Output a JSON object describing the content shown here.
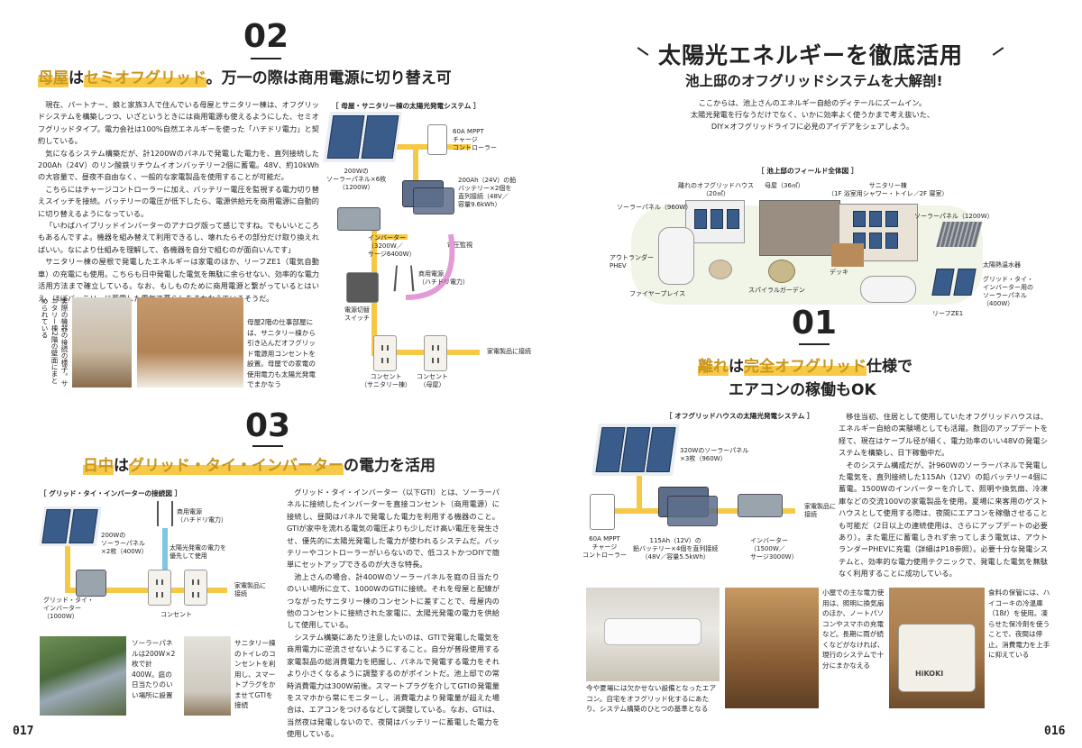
{
  "page_left": {
    "page_number": "017",
    "sec02": {
      "number": "02",
      "title_a": "母屋",
      "title_b": "は",
      "title_c": "セミオフグリッド",
      "title_d": "。万一の際は商用電源に切り替え可",
      "body": [
        "現在、パートナー、娘と家族3人で住んでいる母屋とサニタリー棟は、オフグリッドシステムを構築しつつ、いざというときには商用電源も使えるようにした、セミオフグリッドタイプ。電力会社は100%自然エネルギーを使った「ハチドリ電力」と契約している。",
        "気になるシステム構築だが、計1200Wのパネルで発電した電力を、直列接続した200Ah（24V）のリン酸鉄リチウムイオンバッテリー2個に蓄電。48V、約10kWhの大容量で、昼夜不自由なく、一般的な家電製品を使用することが可能だ。",
        "こちらにはチャージコントローラーに加え、バッテリー電圧を監視する電力切り替えスイッチを接続。バッテリーの電圧が低下したら、電源供給元を商用電源に自動的に切り替えるようになっている。",
        "「いわばハイブリッドインバーターのアナログ版って感じですね。でもいいところもあるんですよ。機器を組み替えて利用できるし、壊れたらその部分だけ取り換えればいい。なにより仕組みを理解して、各機器を自分で組むのが面白いんです」",
        "サニタリー棟の屋根で発電したエネルギーは家電のほか、リーフZE1（電気自動車）の充電にも使用。こちらも日中発電した電気を無駄に余らせない、効率的な電力活用方法まで確立している。なお、もしものために商用電源と繋がっているとはいえ、ほぼバッテリーに蓄電した電気で暮らしをまかなえているそうだ。"
      ],
      "diagram_title": "［ 母屋・サニタリー棟の太陽光発電システム ］",
      "labels": {
        "mppt": "60A MPPT\nチャージ\nコントローラー",
        "panel": "200Wの\nソーラーパネル×6枚\n（1200W）",
        "battery": "200Ah（24V）の鉛\nバッテリー×2個を\n直列接続（48V／\n容量9.6kWh）",
        "inverter": "インバーター\n（3200W／\nサージ6400W）",
        "voltage": "電圧監視",
        "grid": "商用電源\n（ハチドリ電力）",
        "switch": "電源切替\nスイッチ",
        "appliance": "家電製品に接続",
        "outlet1": "コンセント\n（サニタリー棟）",
        "outlet2": "コンセント\n（母屋）"
      },
      "caption_v": "実際の機器の接続の様子。サニタリー棟2階の壁面にまとめられている",
      "caption_right": "母屋2階の仕事部屋には、サニタリー棟から引き込んだオフグリッド電源用コンセントを設置。母屋での家電の使用電力も太陽光発電でまかなう"
    },
    "sec03": {
      "number": "03",
      "title_a": "日中",
      "title_b": "は",
      "title_c": "グリッド・タイ・インバーター",
      "title_d": "の電力を活用",
      "diagram_title": "［ グリッド・タイ・インバーターの接続図 ］",
      "labels": {
        "grid": "商用電源\n（ハチドリ電力）",
        "panel": "200Wの\nソーラーパネル\n×2枚（400W）",
        "priority": "太陽光発電の電力を\n優先して使用",
        "appliance": "家電製品に\n接続",
        "gti": "グリッド・タイ・\nインバーター\n（1000W）",
        "outlet": "コンセント"
      },
      "body": [
        "グリッド・タイ・インバーター（以下GTI）とは、ソーラーパネルに接続したインバーターを直接コンセント（商用電源）に接続し、昼間はパネルで発電した電力を利用する機器のこと。GTIが家中を流れる電気の電圧よりも少しだけ高い電圧を発生させ、優先的に太陽光発電した電力が使われるシステムだ。バッテリーやコントローラーがいらないので、低コストかつDIYで簡単にセットアップできるのが大きな特長。",
        "池上さんの場合、計400Wのソーラーパネルを庭の日当たりのいい場所に立て、1000WのGTIに接続。それを母屋と配線がつながったサニタリー棟のコンセントに差すことで、母屋内の他のコンセントに接続された家電に、太陽光発電の電力を供給して使用している。",
        "システム構築にあたり注意したいのは、GTIで発電した電気を商用電力に逆流させないようにすること。自分が普段使用する家電製品の総消費電力を把握し、パネルで発電する電力をそれより小さくなるように調整するのがポイントだ。池上邸での常時消費電力は300W前後。スマートプラグを介してGTIの発電量をスマホから常にモニターし、消費電力より発電量が超えた場合は、エアコンをつけるなどして調整している。なお、GTIは、当然夜は発電しないので、夜間はバッテリーに蓄電した電力を使用している。"
      ],
      "caption_1": "ソーラーパネルは200W×2枚で計400W。庭の日当たりのいい場所に設置",
      "caption_2": "サニタリー棟のトイレのコンセントを利用し、スマートプラグをかませてGTIを接続"
    }
  },
  "page_right": {
    "page_number": "016",
    "hero": {
      "title": "太陽光エネルギーを徹底活用",
      "subtitle": "池上邸のオフグリッドシステムを大解剖!",
      "lead": [
        "ここからは、池上さんのエネルギー自給のディテールにズームイン。",
        "太陽光発電を行なうだけでなく、いかに効率よく使うかまで考え抜いた、",
        "DIY×オフグリッドライフに必見のアイデアをシェアしよう。"
      ]
    },
    "map": {
      "title": "［ 池上邸のフィールド全体図 ］",
      "labels": {
        "hanare": "離れのオフグリッドハウス\n（20㎡）",
        "omoya": "母屋（36㎡）",
        "sanitary": "サニタリー棟\n（1F 浴室用シャワー・トイレ／2F 寝室）",
        "panel960": "ソーラーパネル（960W）",
        "panel1200": "ソーラーパネル（1200W）",
        "outlander": "アウトランダー\nPHEV",
        "deck": "デッキ",
        "heater": "太陽熱温水器",
        "gti_panel": "グリッド・タイ・\nインバーター用の\nソーラーパネル\n（400W）",
        "fireplace": "ファイヤープレイス",
        "spiral": "スパイラルガーデン",
        "leaf": "リーフZE1"
      }
    },
    "sec01": {
      "number": "01",
      "title1_a": "離れ",
      "title1_b": "は",
      "title1_c": "完全オフグリッド",
      "title1_d": "仕様で",
      "title2": "エアコンの稼働もOK",
      "diagram_title": "［ オフグリッドハウスの太陽光発電システム ］",
      "labels": {
        "panel": "320Wのソーラーパネル\n×3枚（960W）",
        "appliance": "家電製品に\n接続",
        "mppt": "60A MPPT\nチャージ\nコントローラー",
        "battery": "115Ah（12V）の\n鉛バッテリー×4個を直列接続\n（48V／容量5.5kWh）",
        "inverter": "インバーター\n（1500W／\nサージ3000W）"
      },
      "body": [
        "移住当初、住居として使用していたオフグリッドハウスは、エネルギー自給の実験場としても活躍。数回のアップデートを経て、現在はケーブル径が細く、電力効率のいい48Vの発電システムを構築し、日下稼働中だ。",
        "そのシステム構成だが、計960Wのソーラーパネルで発電した電気を、直列接続した115Ah（12V）の鉛バッテリー4個に蓄電。1500Wのインバーターを介して、照明や換気扇、冷凍庫などの交流100Vの家電製品を使用。夏場に来客用のゲストハウスとして使用する際は、夜間にエアコンを稼働させることも可能だ（2日以上の連続使用は、さらにアップデートの必要あり）。また電圧に蓄電しきれず余ってしまう電気は、アウトランダーPHEVに充電（詳細はP18参照）。必要十分な発電システムと、効率的な電力使用テクニックで、発電した電気を無駄なく利用することに成功している。"
      ],
      "caption_aircon": "今や夏場には欠かせない設備となったエアコン。自宅をオフグリッド化するにあたり、システム構築のひとつの基準となる",
      "caption_hut": "小屋での主な電力使用は、照明に換気扇のほか、ノートパソコンやスマホの充電など。長期に雨が続くなどがなければ、現行のシステムで十分にまかなえる",
      "caption_cooler": "食料の保管には、ハイコーキの冷温庫（18ℓ）を使用。凍らせた保冷剤を使うことで、夜間は停止。消費電力を上手に抑えている",
      "cooler_brand": "HiKOKI"
    }
  }
}
